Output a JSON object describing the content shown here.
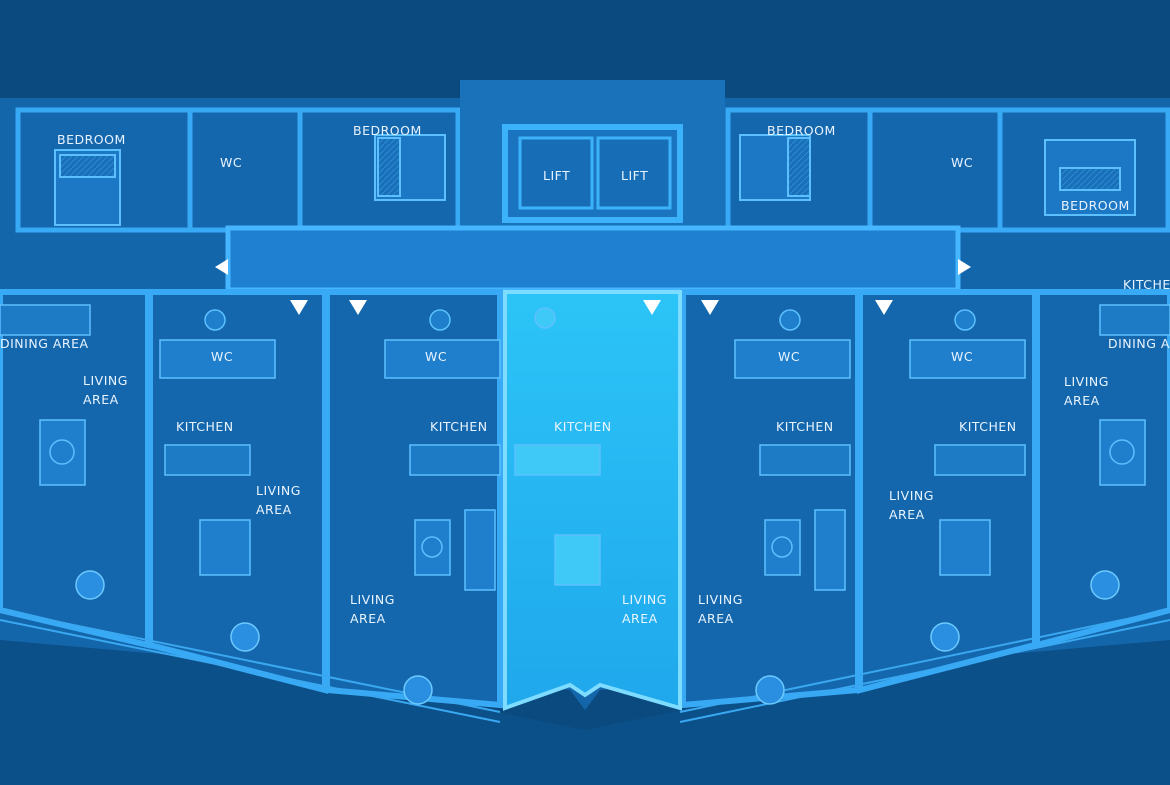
{
  "plan": {
    "colors": {
      "background": "#0a4a7e",
      "unit_fill": "#1568ad",
      "wall": "#2e9ff0",
      "corridor": "#1f80d2",
      "highlight": "#2bbcf5",
      "label": "#e8f4ff"
    },
    "labels": {
      "bedroom_1": "BEDROOM",
      "bedroom_2": "BEDROOM",
      "bedroom_3": "BEDROOM",
      "bedroom_4": "BEDROOM",
      "wc_top_left": "WC",
      "wc_top_right": "WC",
      "lift_1": "LIFT",
      "lift_2": "LIFT",
      "kitchen_right": "KITCHEN",
      "dining_left": "DINING AREA",
      "dining_right": "DINING AREA",
      "living_left": "LIVING\nAREA",
      "living_right": "LIVING\nAREA",
      "wc_u1": "WC",
      "wc_u2": "WC",
      "wc_u4": "WC",
      "wc_u5": "WC",
      "kitchen_u1": "KITCHEN",
      "kitchen_u2": "KITCHEN",
      "kitchen_u3": "KITCHEN",
      "kitchen_u4": "KITCHEN",
      "kitchen_u5": "KITCHEN",
      "living_u1": "LIVING\nAREA",
      "living_u2": "LIVING\nAREA",
      "living_u3": "LIVING\nAREA",
      "living_u4": "LIVING\nAREA",
      "living_u5": "LIVING\nAREA"
    }
  }
}
